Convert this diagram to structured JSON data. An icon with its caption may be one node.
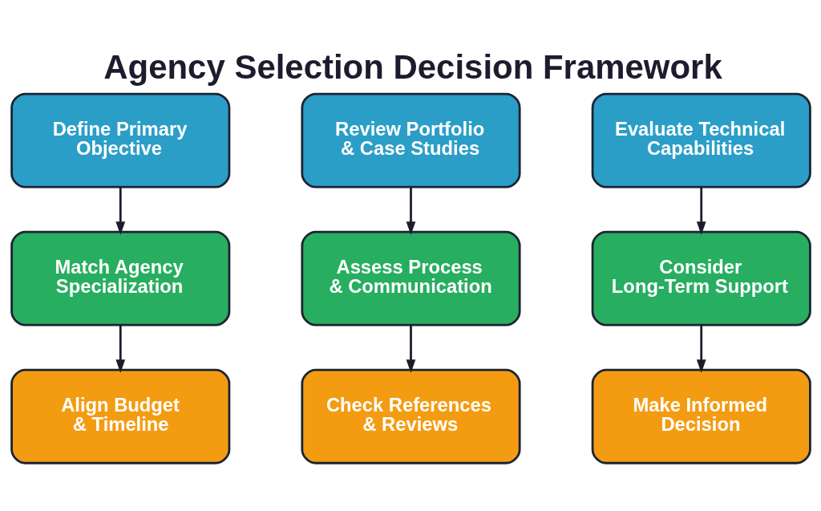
{
  "diagram": {
    "title": "Agency Selection Decision Framework",
    "nodes": [
      {
        "text": [
          "Define Primary Objective"
        ]
      },
      {
        "text": [
          "Review Portfolio & Case Studies"
        ]
      },
      {
        "text": [
          "Evaluate Technical Capabilities"
        ]
      },
      {
        "text": [
          "Match Agency Specialization"
        ]
      },
      {
        "text": [
          "Assess Process & Communication"
        ]
      },
      {
        "text": [
          "Consider Long-Term Support"
        ]
      },
      {
        "text": [
          "Align Budget & Timeline"
        ]
      },
      {
        "text": [
          "Check References & Reviews"
        ]
      },
      {
        "text": [
          "Make Informed Decision"
        ]
      }
    ],
    "edges": [
      {
        "from": 0,
        "to": 3,
        "arrow": "to"
      },
      {
        "from": 3,
        "to": 6,
        "arrow": "to"
      },
      {
        "from": 1,
        "to": 4,
        "arrow": "to"
      },
      {
        "from": 4,
        "to": 7,
        "arrow": "to"
      },
      {
        "from": 2,
        "to": 5,
        "arrow": "to"
      },
      {
        "from": 5,
        "to": 8,
        "arrow": "to"
      }
    ]
  }
}
